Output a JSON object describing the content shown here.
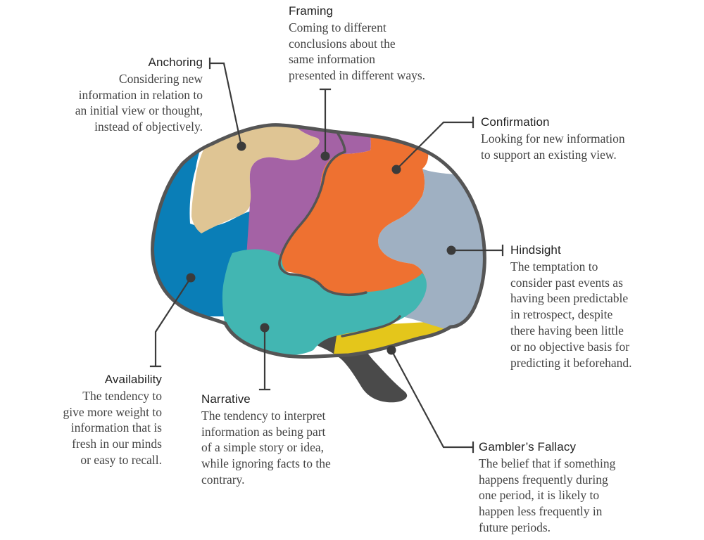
{
  "colors": {
    "availability": "#0a7eb7",
    "anchoring": "#dfc594",
    "framing": "#a462a5",
    "confirmation": "#ee7131",
    "hindsight": "#9fb0c2",
    "narrative": "#42b6b2",
    "gamblers_fallacy": "#e4c61b",
    "outline": "#555555",
    "stem": "#4a4a4a"
  },
  "biases": [
    {
      "id": "framing",
      "title": "Framing",
      "lines": [
        "Coming to different",
        "conclusions about the",
        "same information",
        "presented in different ways."
      ]
    },
    {
      "id": "anchoring",
      "title": "Anchoring",
      "lines": [
        "Considering new",
        "information in relation to",
        "an initial view or thought,",
        "instead of objectively."
      ]
    },
    {
      "id": "confirmation",
      "title": "Confirmation",
      "lines": [
        "Looking for new information",
        "to support an existing view."
      ]
    },
    {
      "id": "hindsight",
      "title": "Hindsight",
      "lines": [
        "The temptation to",
        "consider past events as",
        "having been predictable",
        "in retrospect, despite",
        "there having been little",
        "or no objective basis for",
        "predicting it beforehand."
      ]
    },
    {
      "id": "availability",
      "title": "Availability",
      "lines": [
        "The tendency to",
        "give more weight to",
        "information that is",
        "fresh in our minds",
        "or easy to recall."
      ]
    },
    {
      "id": "narrative",
      "title": "Narrative",
      "lines": [
        "The tendency to interpret",
        "information as being part",
        "of a simple story or idea,",
        "while ignoring facts to the",
        "contrary."
      ]
    },
    {
      "id": "gamblers_fallacy",
      "title": "Gambler’s Fallacy",
      "lines": [
        "The belief that if something",
        "happens frequently during",
        "one period, it is likely to",
        "happen less frequently in",
        "future periods."
      ]
    }
  ]
}
